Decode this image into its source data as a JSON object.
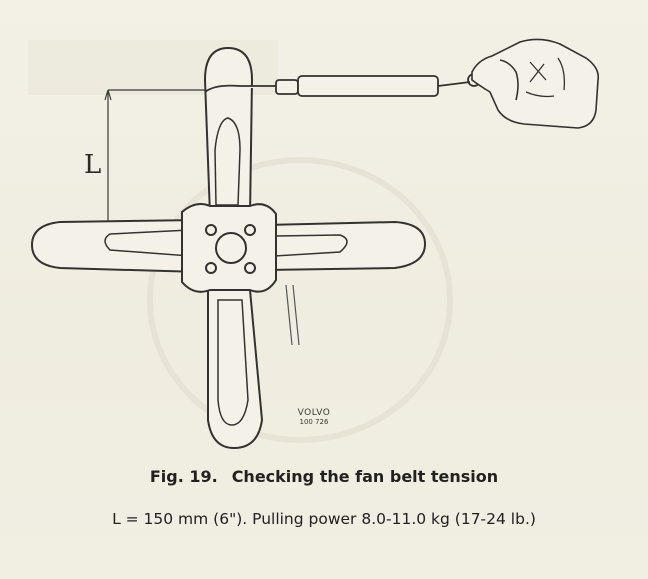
{
  "figure": {
    "dimension_label": "L",
    "maker_mark": {
      "name": "VOLVO",
      "ref": "100 726"
    }
  },
  "caption": {
    "figure_number": "Fig. 19.",
    "title": "Checking the fan belt tension",
    "subtitle": "L = 150 mm (6\"). Pulling power 8.0-11.0 kg (17-24 lb.)"
  },
  "colors": {
    "paper": "#f2efe3",
    "ink": "#2b2a27"
  }
}
